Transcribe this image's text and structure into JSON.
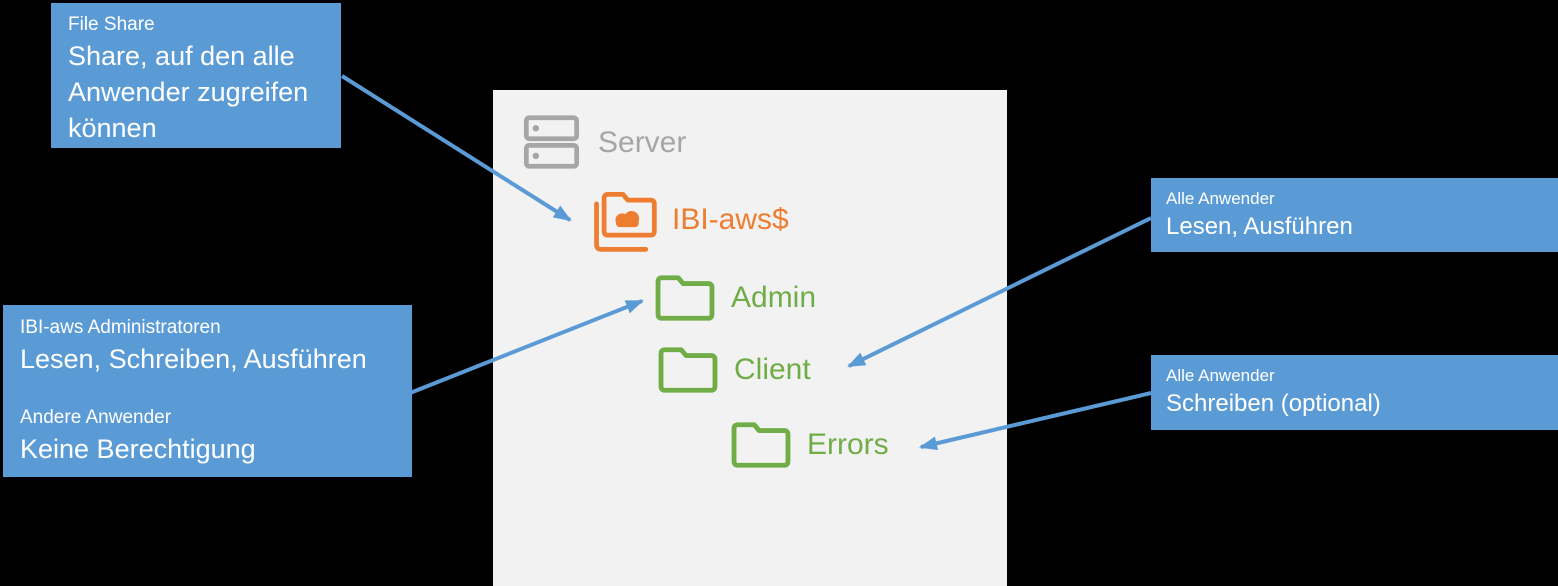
{
  "colors": {
    "background": "#000000",
    "panel": "#F2F2F2",
    "callout_blue": "#5B9BD5",
    "arrow_blue": "#5B9BD5",
    "server_gray": "#A6A6A6",
    "share_orange": "#ED7D31",
    "folder_green": "#70AD47",
    "callout_text": "#FFFFFF"
  },
  "icons": {
    "server": "server-icon",
    "share": "cloud-share-folder-icon",
    "folder": "folder-icon",
    "arrow": "arrow-connector"
  },
  "tree": {
    "server_label": "Server",
    "share_label": "IBI-aws$",
    "folders": [
      {
        "label": "Admin"
      },
      {
        "label": "Client"
      },
      {
        "label": "Errors"
      }
    ]
  },
  "callouts": {
    "file_share": {
      "title": "File Share",
      "body": "Share, auf den alle Anwender zugreifen können"
    },
    "administrators": {
      "title": "IBI-aws Administratoren",
      "body": "Lesen, Schreiben, Ausführen",
      "title2": "Andere Anwender",
      "body2": "Keine Berechtigung"
    },
    "all_users_read": {
      "title": "Alle Anwender",
      "body": "Lesen, Ausführen"
    },
    "all_users_write": {
      "title": "Alle Anwender",
      "body": "Schreiben (optional)"
    }
  }
}
